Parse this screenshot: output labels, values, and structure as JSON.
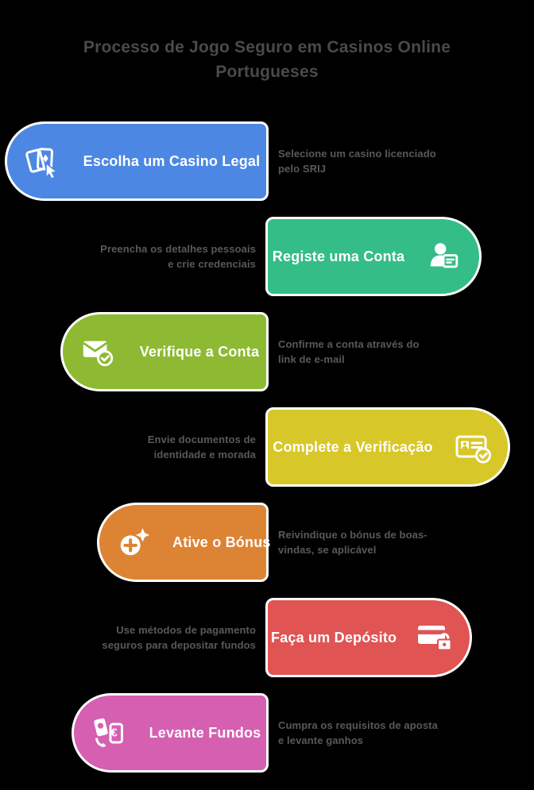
{
  "title": "Processo de Jogo Seguro em Casinos Online Portugueses",
  "colors": {
    "background": "#000000",
    "title_text": "#4a4a4a",
    "description_text": "#595959",
    "pill_border": "#ffffff",
    "step1_blue": "#4d87e4",
    "step2_green": "#35bd88",
    "step3_olive": "#8eb933",
    "step4_yellow": "#d8c729",
    "step5_orange": "#dd8434",
    "step6_red": "#e05454",
    "step7_magenta": "#d55fb1"
  },
  "steps": [
    {
      "label": "Escolha um Casino Legal",
      "description": "Selecione um casino licenciado pelo SRIJ",
      "color": "#4d87e4",
      "side": "left",
      "icon": "playing-cards-cursor-icon"
    },
    {
      "label": "Registe uma Conta",
      "description": "Preencha os detalhes pessoais e crie credenciais",
      "color": "#35bd88",
      "side": "right",
      "icon": "person-form-icon"
    },
    {
      "label": "Verifique a Conta",
      "description": "Confirme a conta através do link de e-mail",
      "color": "#8eb933",
      "side": "left",
      "icon": "envelope-check-icon"
    },
    {
      "label": "Complete a Verificação",
      "description": "Envie documentos de identidade e morada",
      "color": "#d8c729",
      "side": "right",
      "icon": "id-card-check-icon"
    },
    {
      "label": "Ative o Bónus",
      "description": "Reivindique o bónus de boas-vindas, se aplicável",
      "color": "#dd8434",
      "side": "left",
      "icon": "bonus-plus-sparkle-icon"
    },
    {
      "label": "Faça um Depósito",
      "description": "Use métodos de pagamento seguros para depositar fundos",
      "color": "#e05454",
      "side": "right",
      "icon": "credit-card-lock-icon"
    },
    {
      "label": "Levante Fundos",
      "description": "Cumpra os requisitos de aposta e levante ganhos",
      "color": "#d55fb1",
      "side": "left",
      "icon": "phone-euro-transfer-icon"
    }
  ]
}
